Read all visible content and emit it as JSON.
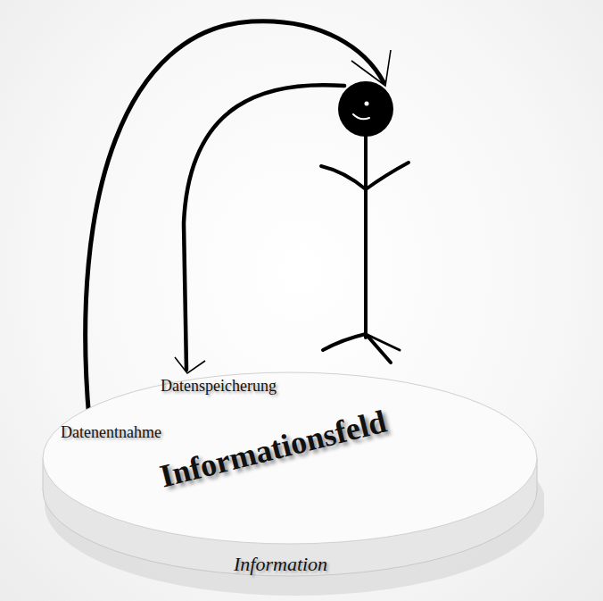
{
  "diagram": {
    "nodes": [
      {
        "text": [
          "Informationsfeld",
          "Information"
        ]
      }
    ],
    "labels": [
      "Datenspeicherung",
      "Datenentnahme"
    ]
  }
}
